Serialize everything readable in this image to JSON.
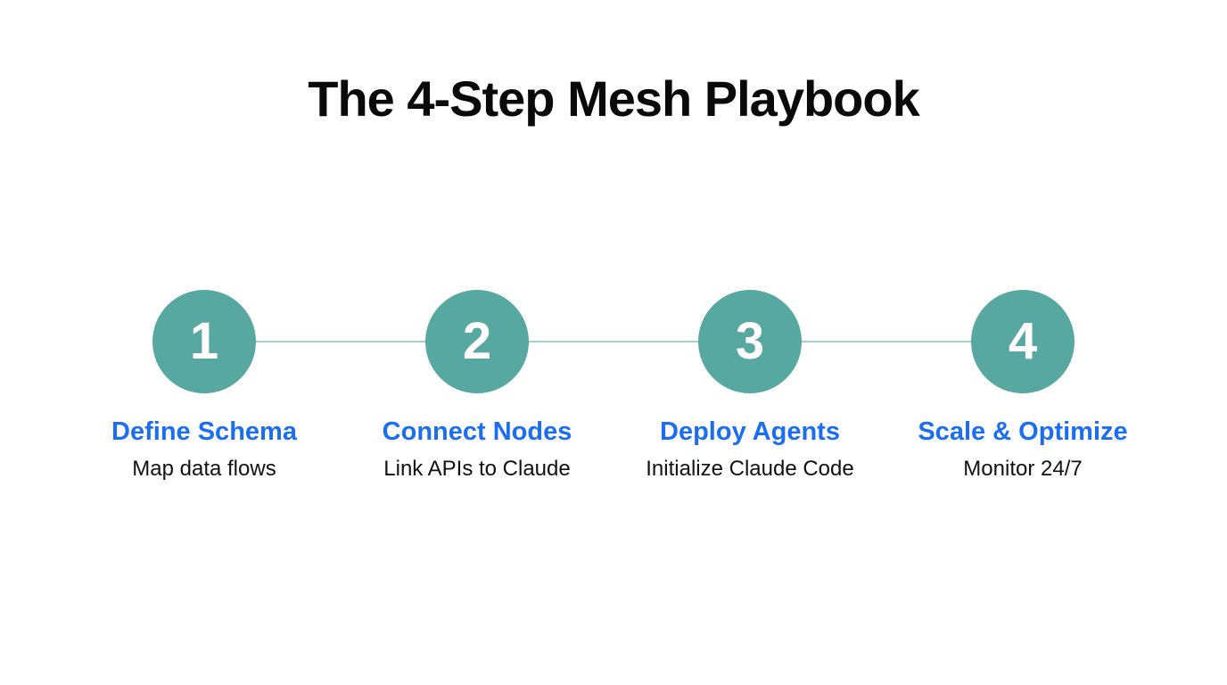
{
  "title": "The 4-Step Mesh Playbook",
  "steps": [
    {
      "number": "1",
      "title": "Define Schema",
      "subtitle": "Map data flows"
    },
    {
      "number": "2",
      "title": "Connect Nodes",
      "subtitle": "Link APIs to Claude"
    },
    {
      "number": "3",
      "title": "Deploy Agents",
      "subtitle": "Initialize Claude Code"
    },
    {
      "number": "4",
      "title": "Scale & Optimize",
      "subtitle": "Monitor 24/7"
    }
  ],
  "colors": {
    "circle_fill": "#56a8a0",
    "connector_line": "#a7cfca",
    "step_title_blue": "#1b6ef0",
    "heading_text": "#0a0a0a",
    "subtitle_text": "#111111",
    "background": "#ffffff"
  }
}
